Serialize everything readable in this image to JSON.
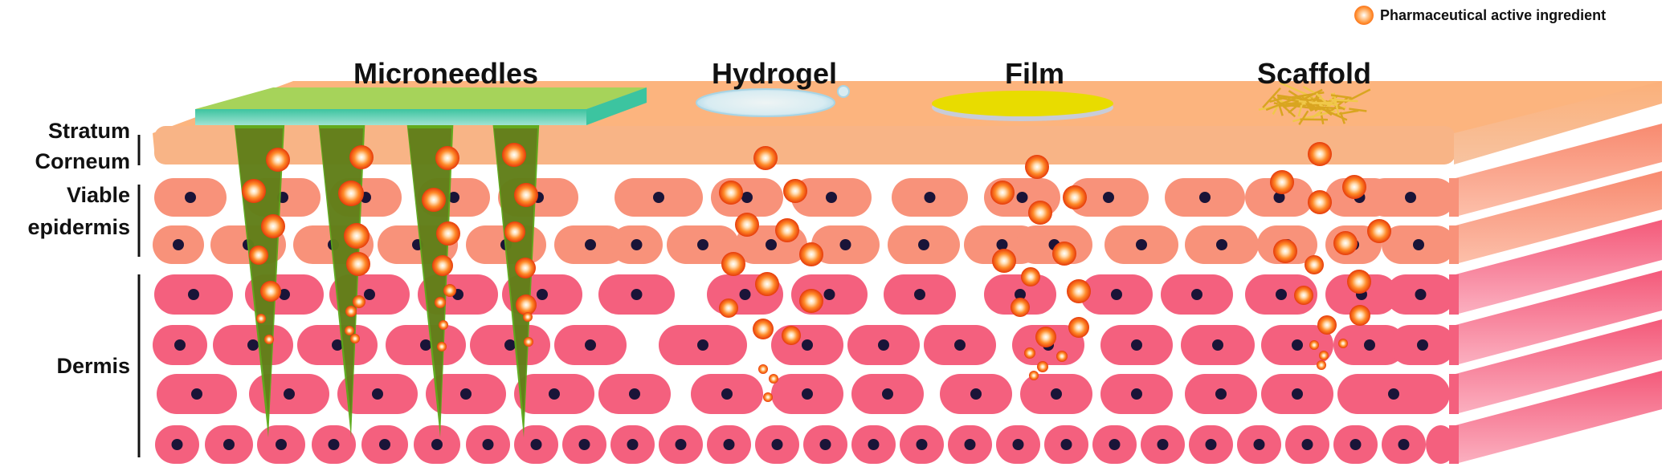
{
  "legend": {
    "icon": "drug-particle-icon",
    "label": "Pharmaceutical active ingredient",
    "color": "#ff6a1a"
  },
  "delivery_systems": [
    {
      "id": "microneedles",
      "label": "Microneedles"
    },
    {
      "id": "hydrogel",
      "label": "Hydrogel"
    },
    {
      "id": "film",
      "label": "Film"
    },
    {
      "id": "scaffold",
      "label": "Scaffold"
    }
  ],
  "skin_layers": [
    {
      "id": "stratum-corneum",
      "label_lines": [
        "Stratum",
        "Corneum"
      ],
      "color": "#f9b27f"
    },
    {
      "id": "viable-epidermis",
      "label_lines": [
        "Viable",
        "epidermis"
      ],
      "color": "#f8927a"
    },
    {
      "id": "dermis",
      "label_lines": [
        "Dermis"
      ],
      "color": "#f4607e"
    }
  ],
  "colors": {
    "nucleus": "#1a1438",
    "needle": "#5aaa18",
    "patch_top": "#a6d35a",
    "patch_edge": "#4fc9a8",
    "film": "#e8dc00",
    "film_edge": "#c8ccd8",
    "hydrogel": "#dfeef2",
    "scaffold": "#d9a520"
  }
}
